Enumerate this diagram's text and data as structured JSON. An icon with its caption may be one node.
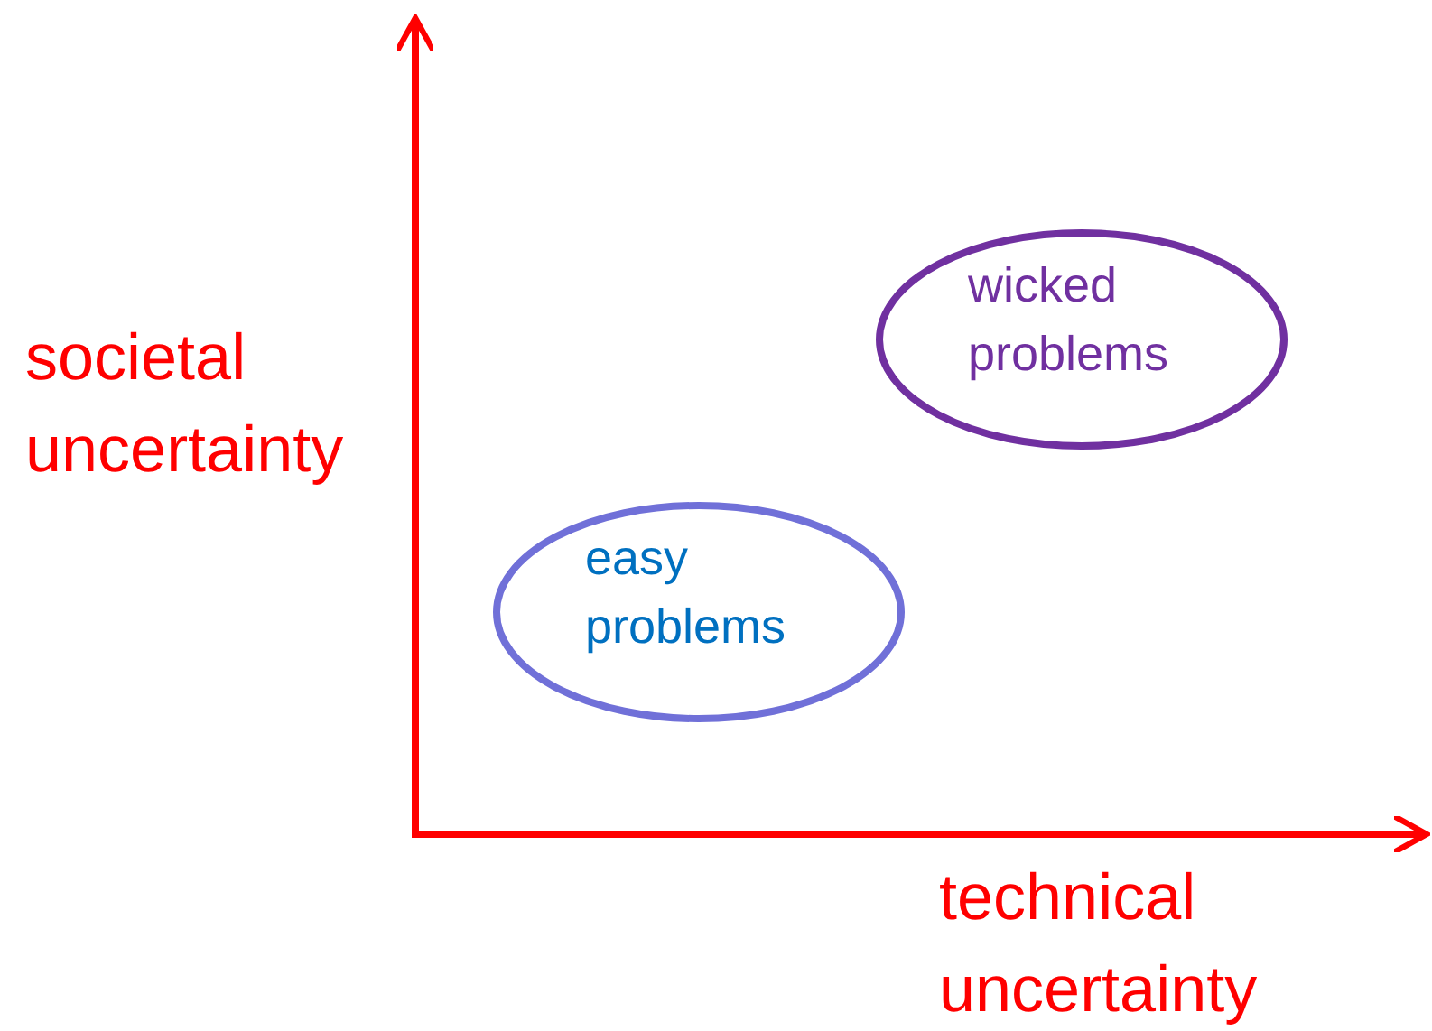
{
  "diagram": {
    "nodes": [
      {
        "text": [
          "wicked problems"
        ]
      },
      {
        "text": [
          "easy problems"
        ]
      }
    ],
    "labels": [
      "societal uncertainty",
      "technical uncertainty"
    ]
  }
}
